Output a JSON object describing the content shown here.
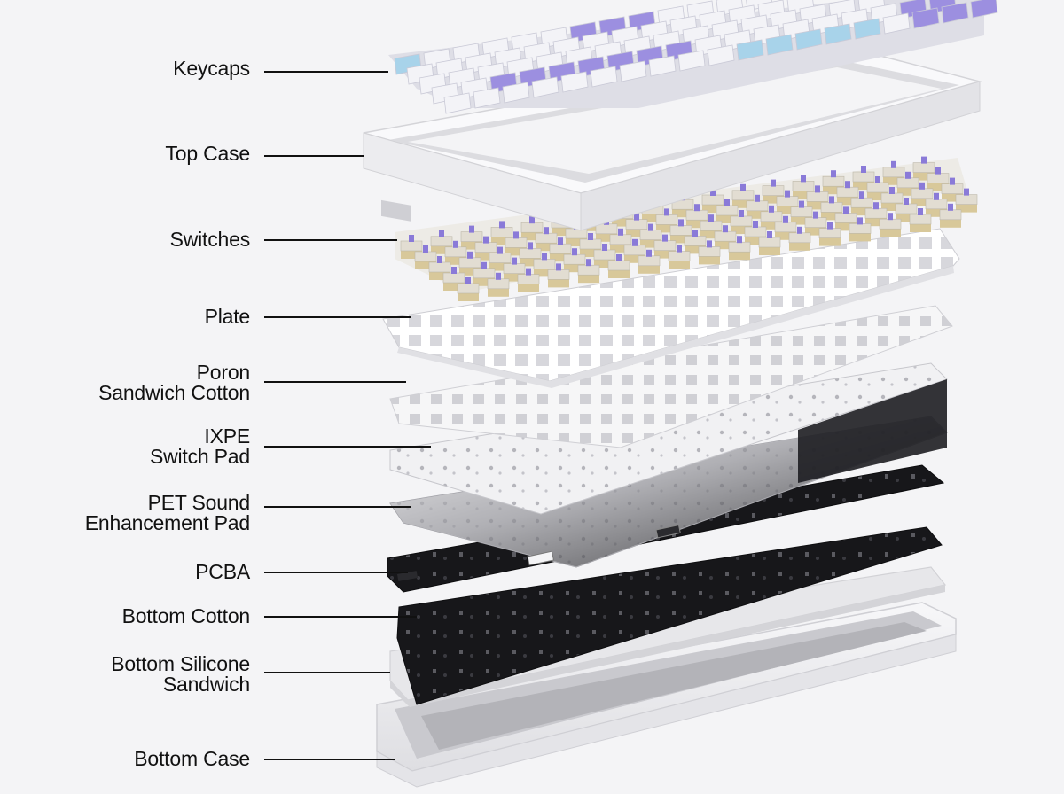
{
  "labels": {
    "keycaps": [
      "Keycaps"
    ],
    "top_case": [
      "Top Case"
    ],
    "switches": [
      "Switches"
    ],
    "plate": [
      "Plate"
    ],
    "poron": [
      "Poron",
      "Sandwich Cotton"
    ],
    "ixpe": [
      "IXPE",
      "Switch Pad"
    ],
    "pet": [
      "PET Sound",
      "Enhancement Pad"
    ],
    "pcba": [
      "PCBA"
    ],
    "bottom_cotton": [
      "Bottom Cotton"
    ],
    "bottom_silicone": [
      "Bottom Silicone",
      "Sandwich"
    ],
    "bottom_case": [
      "Bottom Case"
    ]
  },
  "colors": {
    "keycap_white": "#f3f3f7",
    "keycap_purple": "#9c8fe0",
    "keycap_blue": "#a8d3ea",
    "case_white": "#e9e9ec",
    "switch_housing": "#e2ddd2",
    "switch_base": "#d8c89a",
    "switch_stem": "#8a7ad8",
    "plate_white": "#fafafa",
    "pcb_black": "#1a1a1c"
  }
}
